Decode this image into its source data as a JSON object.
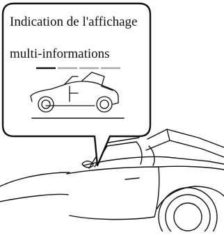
{
  "callout": {
    "line1": "Indication de l'affichage",
    "line2": "multi-informations"
  },
  "indicator": {
    "segments": 4,
    "active_segment": 1,
    "active_color": "#111111",
    "inactive_color": "#a8a8a8"
  },
  "icons": {
    "display_car": "convertible-car-roof-opening-icon",
    "main_vehicle": "convertible-car-illustration"
  },
  "colors": {
    "stroke": "#111111",
    "background": "#ffffff"
  }
}
